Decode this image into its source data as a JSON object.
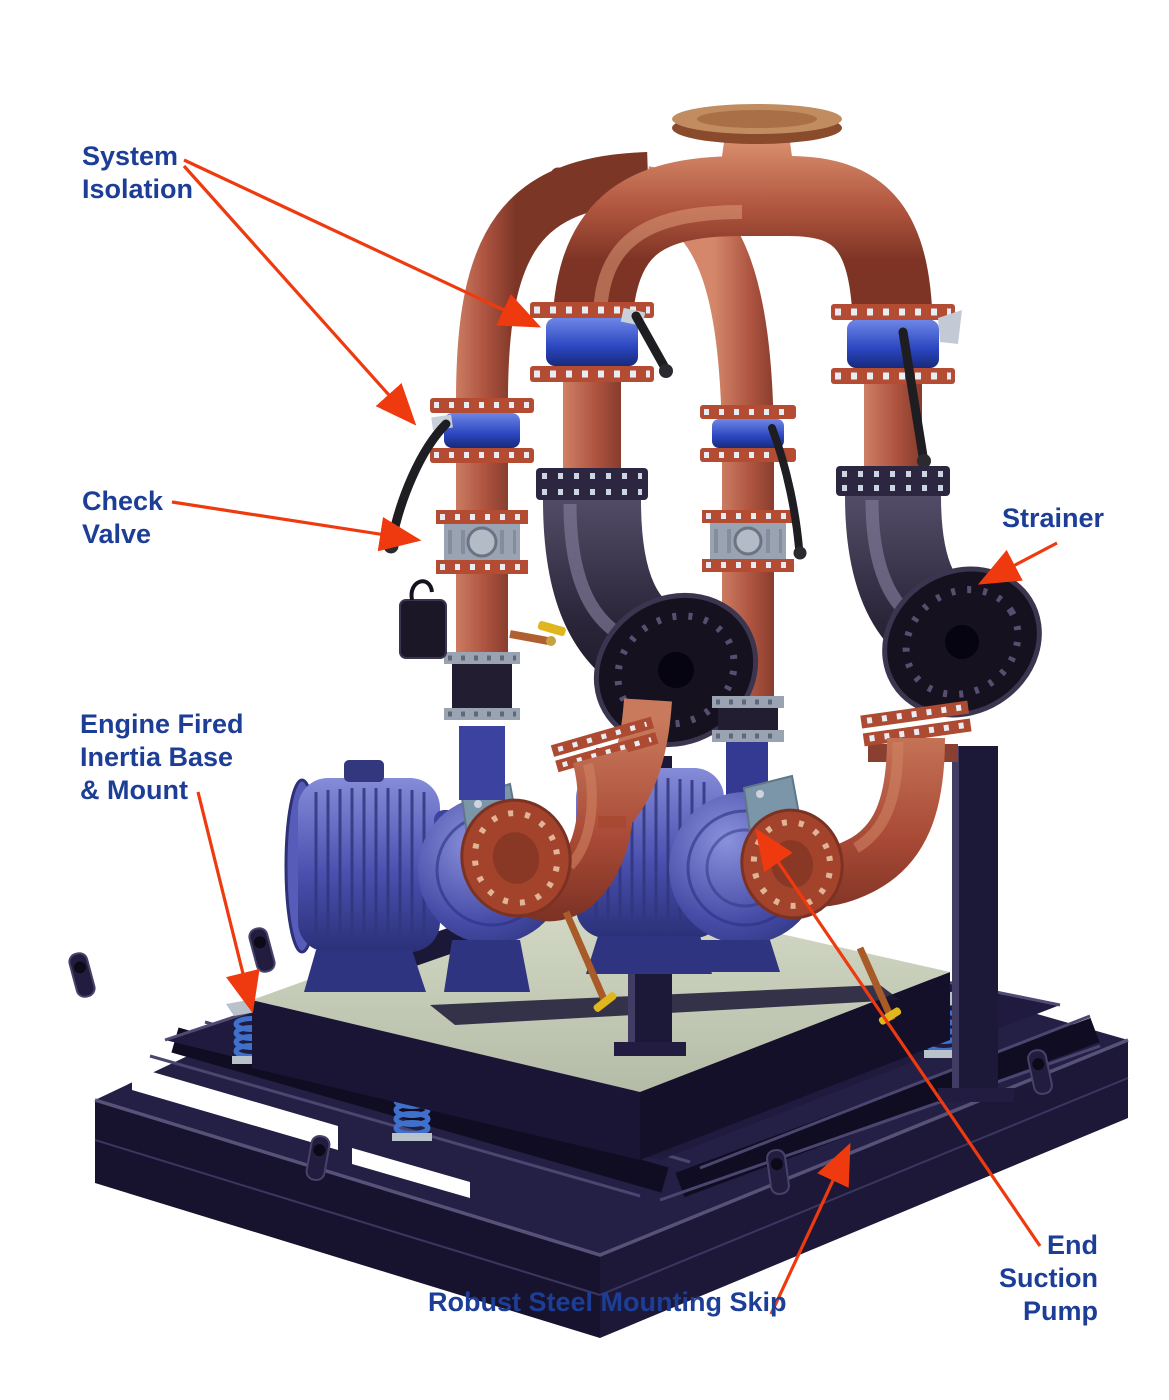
{
  "figure": {
    "type": "annotated-photograph",
    "subject": "Packaged twin end-suction pump set with pipework, valves, strainers, inertia base and steel skid",
    "background_color": "#ffffff"
  },
  "labels": {
    "system_isolation": {
      "line1": "System",
      "line2": "Isolation"
    },
    "check_valve": {
      "line1": "Check",
      "line2": "Valve"
    },
    "engine_inertia": {
      "line1": "Engine Fired",
      "line2": "Inertia Base",
      "line3": "& Mount"
    },
    "strainer": {
      "text": "Strainer"
    },
    "end_suction_pump": {
      "line1": "End",
      "line2": "Suction",
      "line3": "Pump"
    },
    "mounting_skid": {
      "text": "Robust Steel Mounting Skip"
    }
  },
  "style": {
    "label_text_color": "#1d3e96",
    "callout_arrow_color": "#ee3a0e",
    "pipe_red": "#b25740",
    "flange_red": "#b34c33",
    "valve_blue": "#2b46c0",
    "strainer_dark": "#2a2438",
    "pump_motor_blue": "#4a50ae",
    "skid_navy": "#17132e",
    "inertia_base_top": "#c9cfbd",
    "spring_blue": "#3f70cc",
    "drain_copper": "#a85a28",
    "drain_handle_yellow": "#e0b61e"
  }
}
